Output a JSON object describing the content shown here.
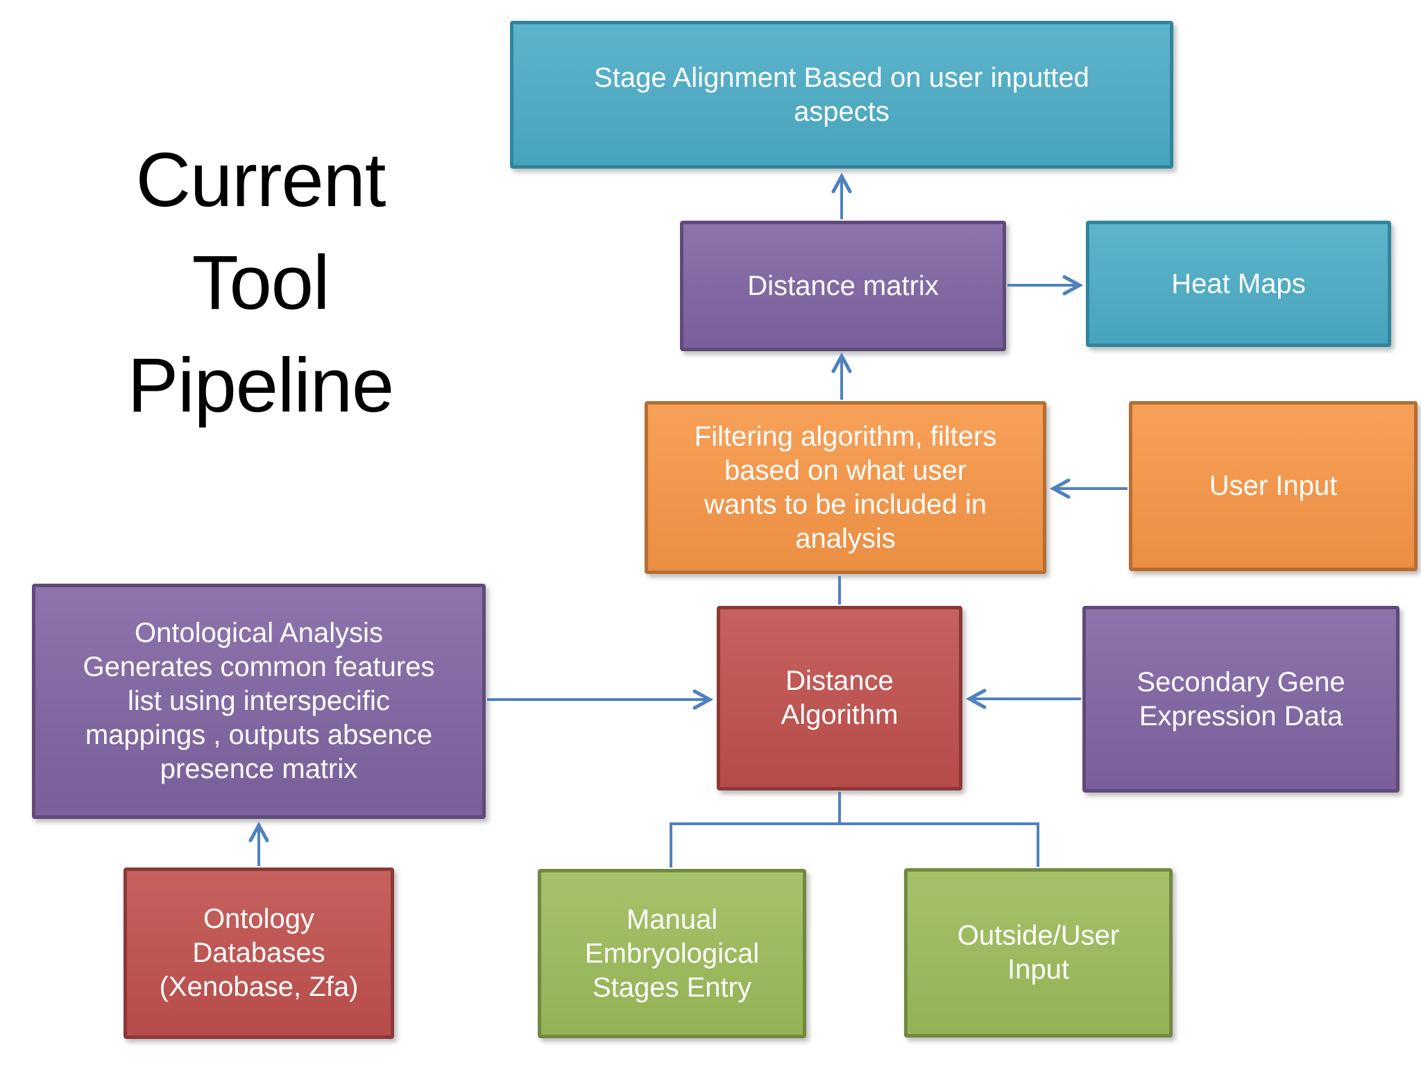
{
  "title": {
    "text": "Current\nTool\nPipeline",
    "color": "#000000"
  },
  "background_color": "#FFFFFF",
  "connector_color": "#4F81BD",
  "nodes": {
    "stage_alignment": {
      "label": "Stage Alignment Based on user inputted\naspects",
      "fill": "#4BACC6",
      "border": "#31859B"
    },
    "distance_matrix": {
      "label": "Distance matrix",
      "fill": "#8064A2",
      "border": "#604A7B"
    },
    "heat_maps": {
      "label": "Heat Maps",
      "fill": "#4BACC6",
      "border": "#31859B"
    },
    "filtering_algorithm": {
      "label": "Filtering algorithm, filters\nbased on what user\nwants to be included in\nanalysis",
      "fill": "#F79646",
      "border": "#B66D31"
    },
    "user_input": {
      "label": "User Input",
      "fill": "#F79646",
      "border": "#B66D31"
    },
    "distance_algorithm": {
      "label": "Distance\nAlgorithm",
      "fill": "#C0504D",
      "border": "#8C3836"
    },
    "secondary_gene_data": {
      "label": "Secondary Gene\nExpression Data",
      "fill": "#8064A2",
      "border": "#604A7B"
    },
    "ontological_analysis": {
      "label": "Ontological  Analysis\nGenerates common features\nlist using interspecific\nmappings , outputs absence\npresence matrix",
      "fill": "#8064A2",
      "border": "#604A7B"
    },
    "ontology_databases": {
      "label": "Ontology\nDatabases\n(Xenobase, Zfa)",
      "fill": "#C0504D",
      "border": "#8C3836"
    },
    "manual_stages_entry": {
      "label": "Manual\nEmbryological\nStages Entry",
      "fill": "#9BBB59",
      "border": "#71893F"
    },
    "outside_user_input": {
      "label": "Outside/User\nInput",
      "fill": "#9BBB59",
      "border": "#71893F"
    }
  },
  "connections": [
    {
      "from": "distance_matrix",
      "to": "stage_alignment"
    },
    {
      "from": "distance_matrix",
      "to": "heat_maps"
    },
    {
      "from": "filtering_algorithm",
      "to": "distance_matrix"
    },
    {
      "from": "user_input",
      "to": "filtering_algorithm"
    },
    {
      "from": "distance_algorithm",
      "to": "filtering_algorithm"
    },
    {
      "from": "ontological_analysis",
      "to": "distance_algorithm"
    },
    {
      "from": "secondary_gene_data",
      "to": "distance_algorithm"
    },
    {
      "from": "ontology_databases",
      "to": "ontological_analysis"
    },
    {
      "from": "manual_stages_entry",
      "to": "distance_algorithm"
    },
    {
      "from": "outside_user_input",
      "to": "distance_algorithm"
    }
  ]
}
